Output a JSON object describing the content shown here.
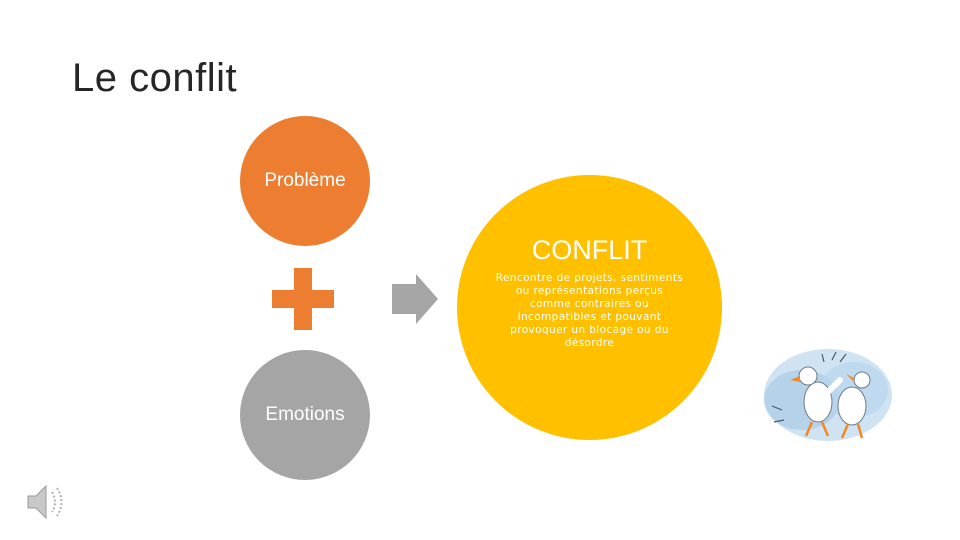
{
  "slide": {
    "title": "Le conflit"
  },
  "diagram": {
    "probleme": "Problème",
    "emotions": "Emotions",
    "conflit_title": "CONFLIT",
    "conflit_description": "Rencontre de projets, sentiments ou représentations perçus comme contraires ou incompatibles et pouvant provoquer un blocage ou du désordre"
  },
  "icons": {
    "plus": "plus-icon",
    "arrow": "arrow-right-icon",
    "speaker": "speaker-icon",
    "illustration": "fighting-geese-illustration"
  },
  "colors": {
    "probleme": "#ed7d31",
    "emotions": "#a5a5a5",
    "conflit": "#ffc000",
    "plus": "#ed7d31",
    "arrow": "#a5a5a5"
  }
}
